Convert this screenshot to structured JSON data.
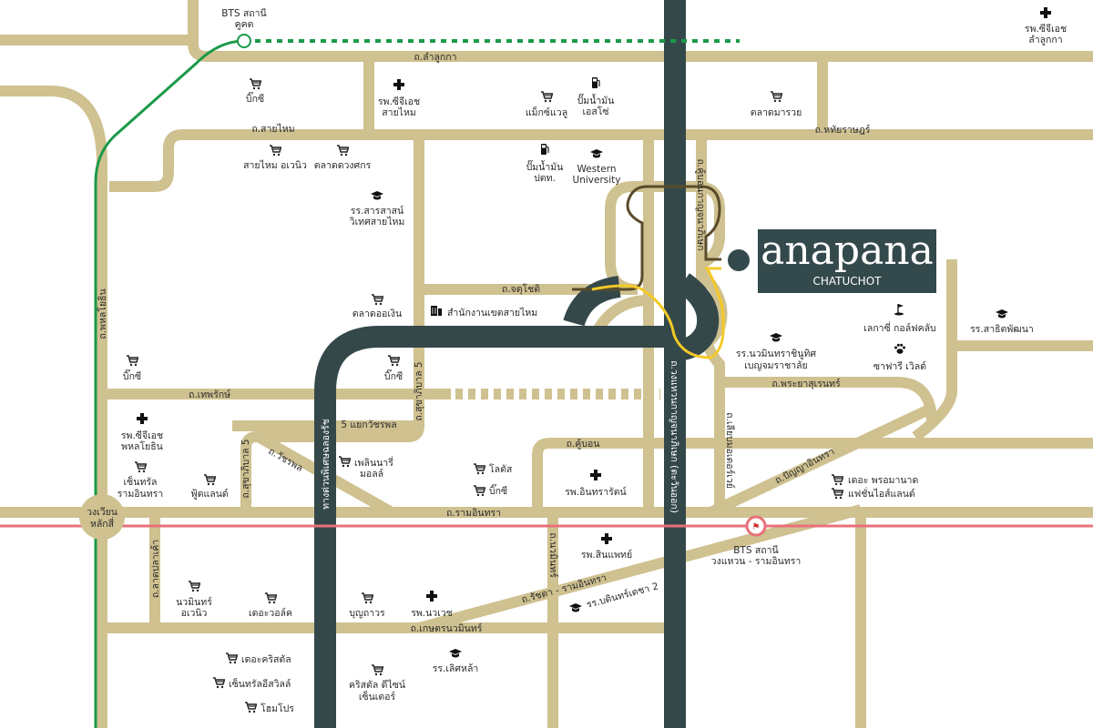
{
  "brand": {
    "name": "anapana",
    "subtitle": "CHATUCHOT"
  },
  "colors": {
    "road": "#cfc190",
    "expressway": "#34484a",
    "bts_green": "#1a9a48",
    "bts_pink": "#e8707a",
    "route_yellow": "#f3c928",
    "route_brown": "#5a4b2a",
    "logo_bg": "#34494b"
  },
  "roads": {
    "lamlukka": "ถ.ลำลูกกา",
    "saimai": "ถ.สายไหม",
    "hathairat": "ถ.หทัยราษฎร์",
    "chatuchot": "ถ.จตุโชติ",
    "theparak": "ถ.เทพรักษ์",
    "watcharaphon_5": "5 แยกวัชรพล",
    "sukhaphiban5_a": "ถ.สุขาภิบาล 5",
    "sukhaphiban5_b": "ถ.สุขาภิบาล 5",
    "watcharaphon": "ถ.วัชรพล",
    "ramintra": "ถ.รามอินทรา",
    "khubon": "ถ.คู้บอน",
    "phraya_suren": "ถ.พระยาสุเรนทร์",
    "panya_intra": "ถ.ปัญญาอินทรา",
    "liap_motorway": "ถ.เลียบมอเตอร์เวย์",
    "kanchanaphisek": "ถ.วงแหวนกาญจนาภิเษก (ตะวันออก)",
    "chalong_rat": "ทางด่วนพิเศษฉลองรัช",
    "khubon_kanchana": "ถ.คู้บอนกาญจนาภิเษก",
    "phahonyothin": "ถ.พหลโยธิน",
    "lat_pla_khao": "ถ.ลาดปลาเค้า",
    "nawamin": "ถ.นวมินทร์",
    "ratchada_ramintra": "ถ.รัชดา - รามอินทรา",
    "kaset_nawamin": "ถ.เกษตรนวมินทร์",
    "lak_si_circle": [
      "วงเวียน",
      "หลักสี่"
    ]
  },
  "stations": {
    "khu_khot": [
      "BTS สถานี",
      "คูคต"
    ],
    "wongwaen_ramintra": [
      "BTS สถานี",
      "วงแหวน - รามอินทรา"
    ]
  },
  "pois": {
    "cgh_lamlukka": [
      "รพ.ซีจีเอช",
      "ลำลูกกา"
    ],
    "bigc_1": [
      "บิ๊กซี"
    ],
    "cgh_saimai": [
      "รพ.ซีจีเอช",
      "สายไหม"
    ],
    "maxvalu": [
      "แม็กซ์แวลู"
    ],
    "esso": [
      "ปั๊มน้ำมัน",
      "เอสโซ่"
    ],
    "talat_marruay": [
      "ตลาดมารวย"
    ],
    "saimai_avenue": [
      "สายไหม อเวนิว"
    ],
    "talat_duangsakorn": [
      "ตลาดดวงศกร"
    ],
    "ptt": [
      "ปั๊มน้ำมัน",
      "ปตท."
    ],
    "western_univ": [
      "Western",
      "University"
    ],
    "sarasas": [
      "รร.สารสาสน์",
      "วิเทศสายไหม"
    ],
    "talat_or_ngoen": [
      "ตลาดออเงิน"
    ],
    "district_office": [
      "สำนักงานเขตสายไหม"
    ],
    "bigc_2": [
      "บิ๊กซี"
    ],
    "bigc_3": [
      "บิ๊กซี"
    ],
    "cgh_phahon": [
      "รพ.ซีจีเอช",
      "พหลโยธิน"
    ],
    "central_ramintra": [
      "เซ็นทรัล",
      "รามอินทรา"
    ],
    "foodland": [
      "ฟู้ดแลนด์"
    ],
    "ploenary": [
      "เพลินนารี่",
      "มอลล์"
    ],
    "lotus": [
      "โลตัส"
    ],
    "bigc_4": [
      "บิ๊กซี"
    ],
    "intrarat": [
      "รพ.อินทรารัตน์"
    ],
    "promenade": [
      "เดอะ พรอมานาด"
    ],
    "fashion_island": [
      "แฟชั่นไอส์แลนด์"
    ],
    "legacy_golf": [
      "เลกาซี่ กอล์ฟคลับ"
    ],
    "safari_world": [
      "ซาฟารี เวิลด์"
    ],
    "satit_pattana": [
      "รร.สาธิตพัฒนา"
    ],
    "nawamin_school": [
      "รร.นวมินทราชินูทิศ",
      "เบญจมราชาลัย"
    ],
    "synphaet": [
      "รพ.สินแพทย์"
    ],
    "bodindecha2": [
      "รร.บดินทร์เดชา 2"
    ],
    "nawamin_avenue": [
      "นวมินทร์",
      "อเวนิว"
    ],
    "the_walk": [
      "เดอะวอล์ค"
    ],
    "boonthavorn": [
      "บุญถาวร"
    ],
    "navavej": [
      "รพ.นวเวช"
    ],
    "the_crystal": [
      "เดอะคริสตัล"
    ],
    "central_eastville": [
      "เซ็นทรัลอีสวิลล์"
    ],
    "homepro": [
      "โฮมโปร"
    ],
    "crystal_design": [
      "คริสตัล ดีไซน์",
      "เซ็นเตอร์"
    ],
    "loet_la": [
      "รร.เลิศหล้า"
    ]
  }
}
